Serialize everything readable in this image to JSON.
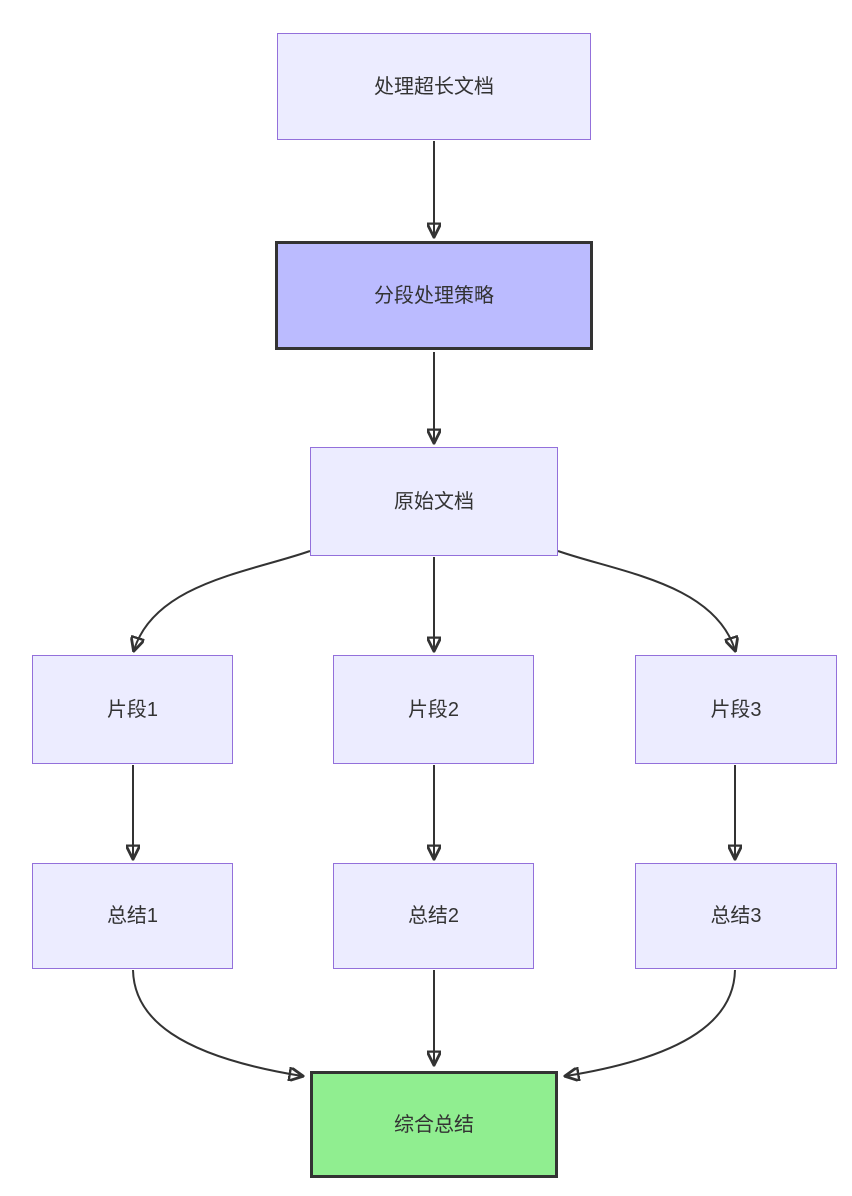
{
  "diagram": {
    "type": "flowchart",
    "direction": "top-down",
    "nodes": [
      {
        "id": "A",
        "label": "处理超长文档",
        "style": "default"
      },
      {
        "id": "B",
        "label": "分段处理策略",
        "style": "emphasis-purple"
      },
      {
        "id": "C",
        "label": "原始文档",
        "style": "default"
      },
      {
        "id": "D1",
        "label": "片段1",
        "style": "default"
      },
      {
        "id": "D2",
        "label": "片段2",
        "style": "default"
      },
      {
        "id": "D3",
        "label": "片段3",
        "style": "default"
      },
      {
        "id": "E1",
        "label": "总结1",
        "style": "default"
      },
      {
        "id": "E2",
        "label": "总结2",
        "style": "default"
      },
      {
        "id": "E3",
        "label": "总结3",
        "style": "default"
      },
      {
        "id": "F",
        "label": "综合总结",
        "style": "emphasis-green"
      }
    ],
    "edges": [
      {
        "from": "A",
        "to": "B"
      },
      {
        "from": "B",
        "to": "C"
      },
      {
        "from": "C",
        "to": "D1"
      },
      {
        "from": "C",
        "to": "D2"
      },
      {
        "from": "C",
        "to": "D3"
      },
      {
        "from": "D1",
        "to": "E1"
      },
      {
        "from": "D2",
        "to": "E2"
      },
      {
        "from": "D3",
        "to": "E3"
      },
      {
        "from": "E1",
        "to": "F"
      },
      {
        "from": "E2",
        "to": "F"
      },
      {
        "from": "E3",
        "to": "F"
      }
    ],
    "colors": {
      "background": "#FFFFFF",
      "node_fill": "#ECECFF",
      "node_border": "#9370DB",
      "emphasis_purple_fill": "#BBBBFF",
      "emphasis_green_fill": "#90EE90",
      "emphasis_border": "#333333",
      "edge_stroke": "#333333",
      "text": "#333333"
    }
  }
}
